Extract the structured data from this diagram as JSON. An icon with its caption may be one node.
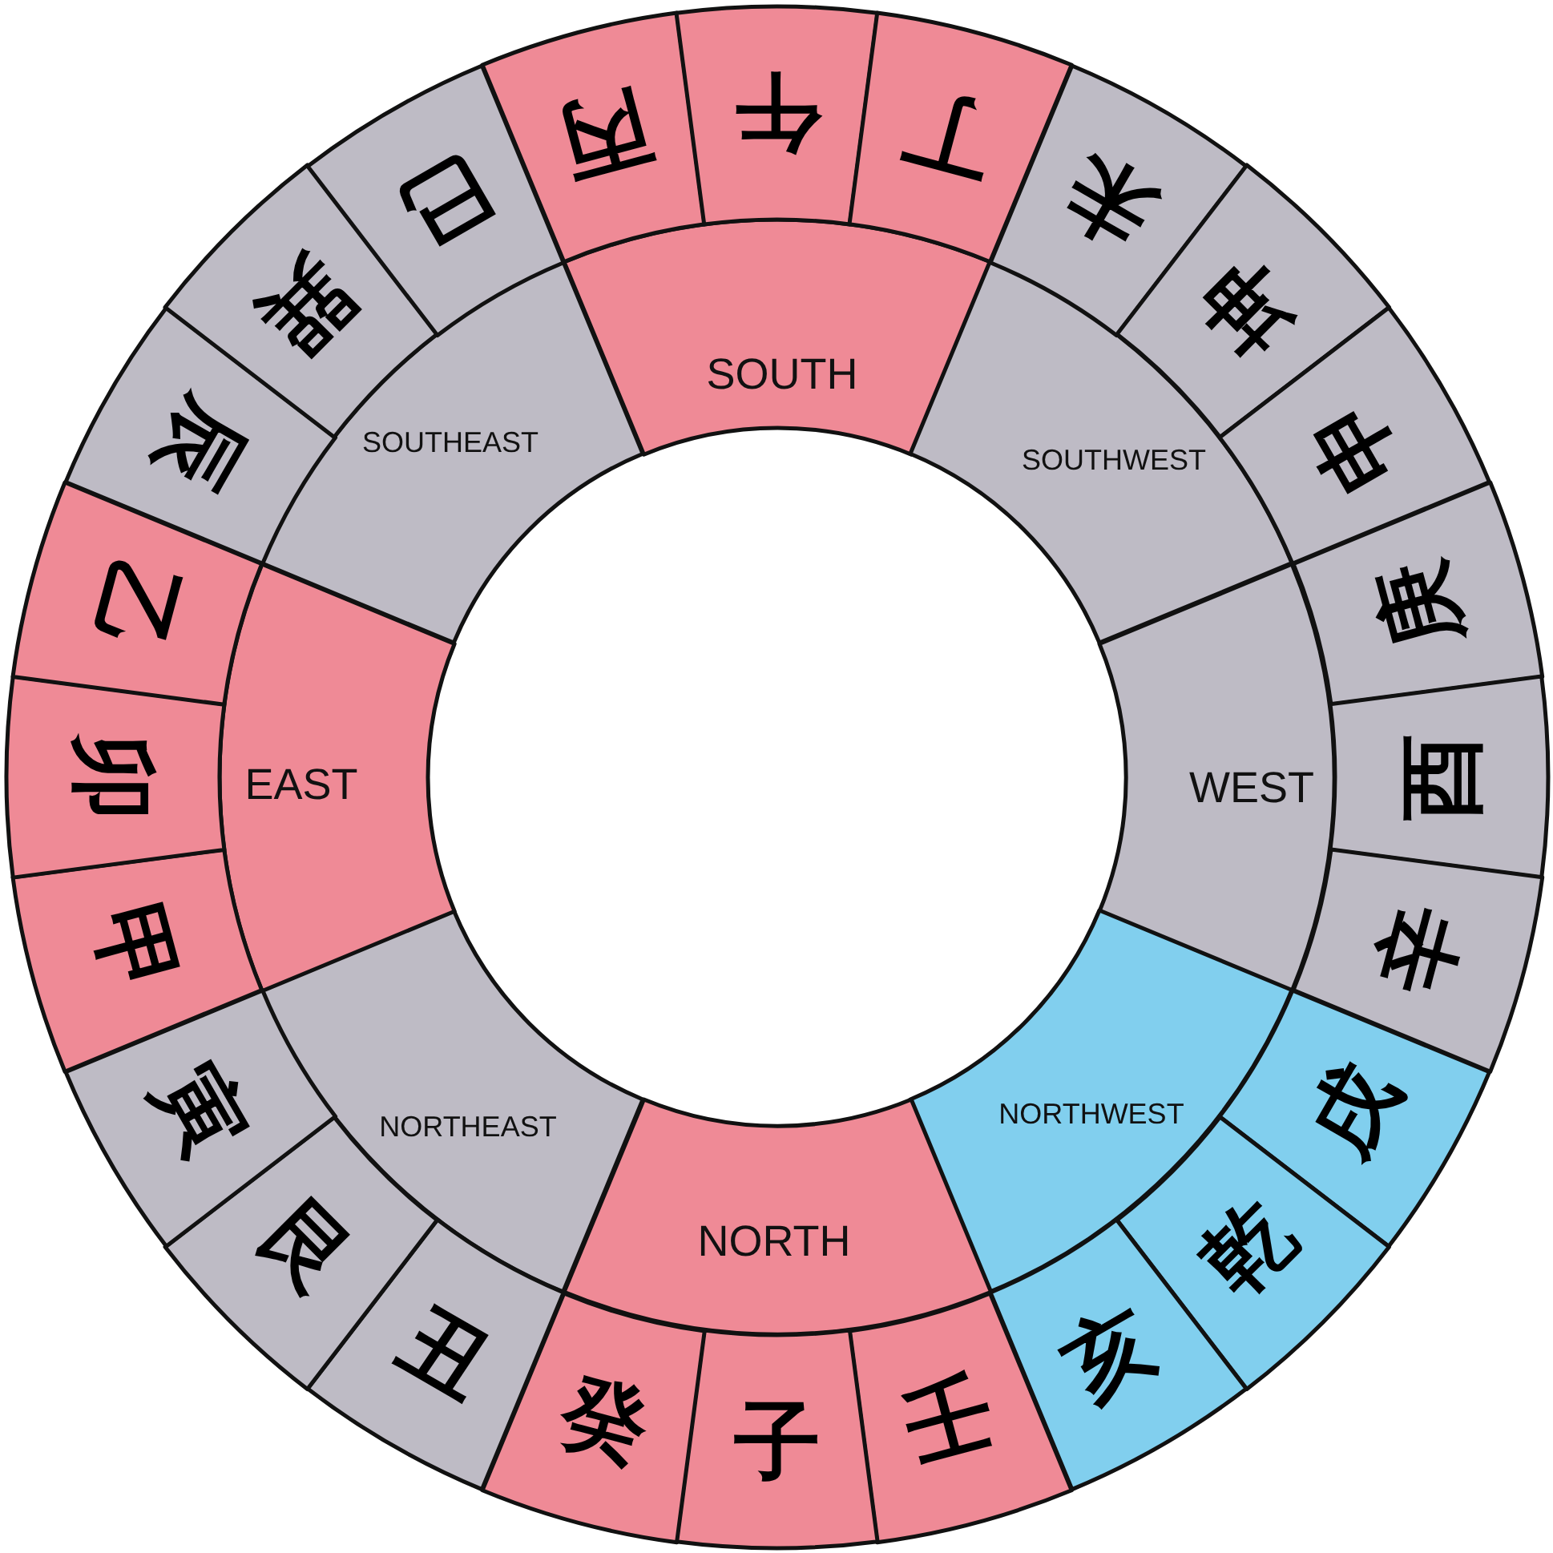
{
  "diagram": {
    "nodes": [
      {
        "text": [
          "SOUTH"
        ]
      },
      {
        "text": [
          "SOUTHWEST"
        ]
      },
      {
        "text": [
          "WEST"
        ]
      },
      {
        "text": [
          "NORTHWEST"
        ]
      },
      {
        "text": [
          "NORTH"
        ]
      },
      {
        "text": [
          "NORTHEAST"
        ]
      },
      {
        "text": [
          "EAST"
        ]
      },
      {
        "text": [
          "SOUTHEAST"
        ]
      },
      {
        "text": [
          "丙"
        ]
      },
      {
        "text": [
          "午"
        ]
      },
      {
        "text": [
          "丁"
        ]
      },
      {
        "text": [
          "未"
        ]
      },
      {
        "text": [
          "坤"
        ]
      },
      {
        "text": [
          "申"
        ]
      },
      {
        "text": [
          "庚"
        ]
      },
      {
        "text": [
          "酉"
        ]
      },
      {
        "text": [
          "辛"
        ]
      },
      {
        "text": [
          "戌"
        ]
      },
      {
        "text": [
          "乾"
        ]
      },
      {
        "text": [
          "亥"
        ]
      },
      {
        "text": [
          "壬"
        ]
      },
      {
        "text": [
          "子"
        ]
      },
      {
        "text": [
          "癸"
        ]
      },
      {
        "text": [
          "丑"
        ]
      },
      {
        "text": [
          "艮"
        ]
      },
      {
        "text": [
          "寅"
        ]
      },
      {
        "text": [
          "甲"
        ]
      },
      {
        "text": [
          "卯"
        ]
      },
      {
        "text": [
          "乙"
        ]
      },
      {
        "text": [
          "辰"
        ]
      },
      {
        "text": [
          "巽"
        ]
      },
      {
        "text": [
          "巳"
        ]
      }
    ]
  }
}
